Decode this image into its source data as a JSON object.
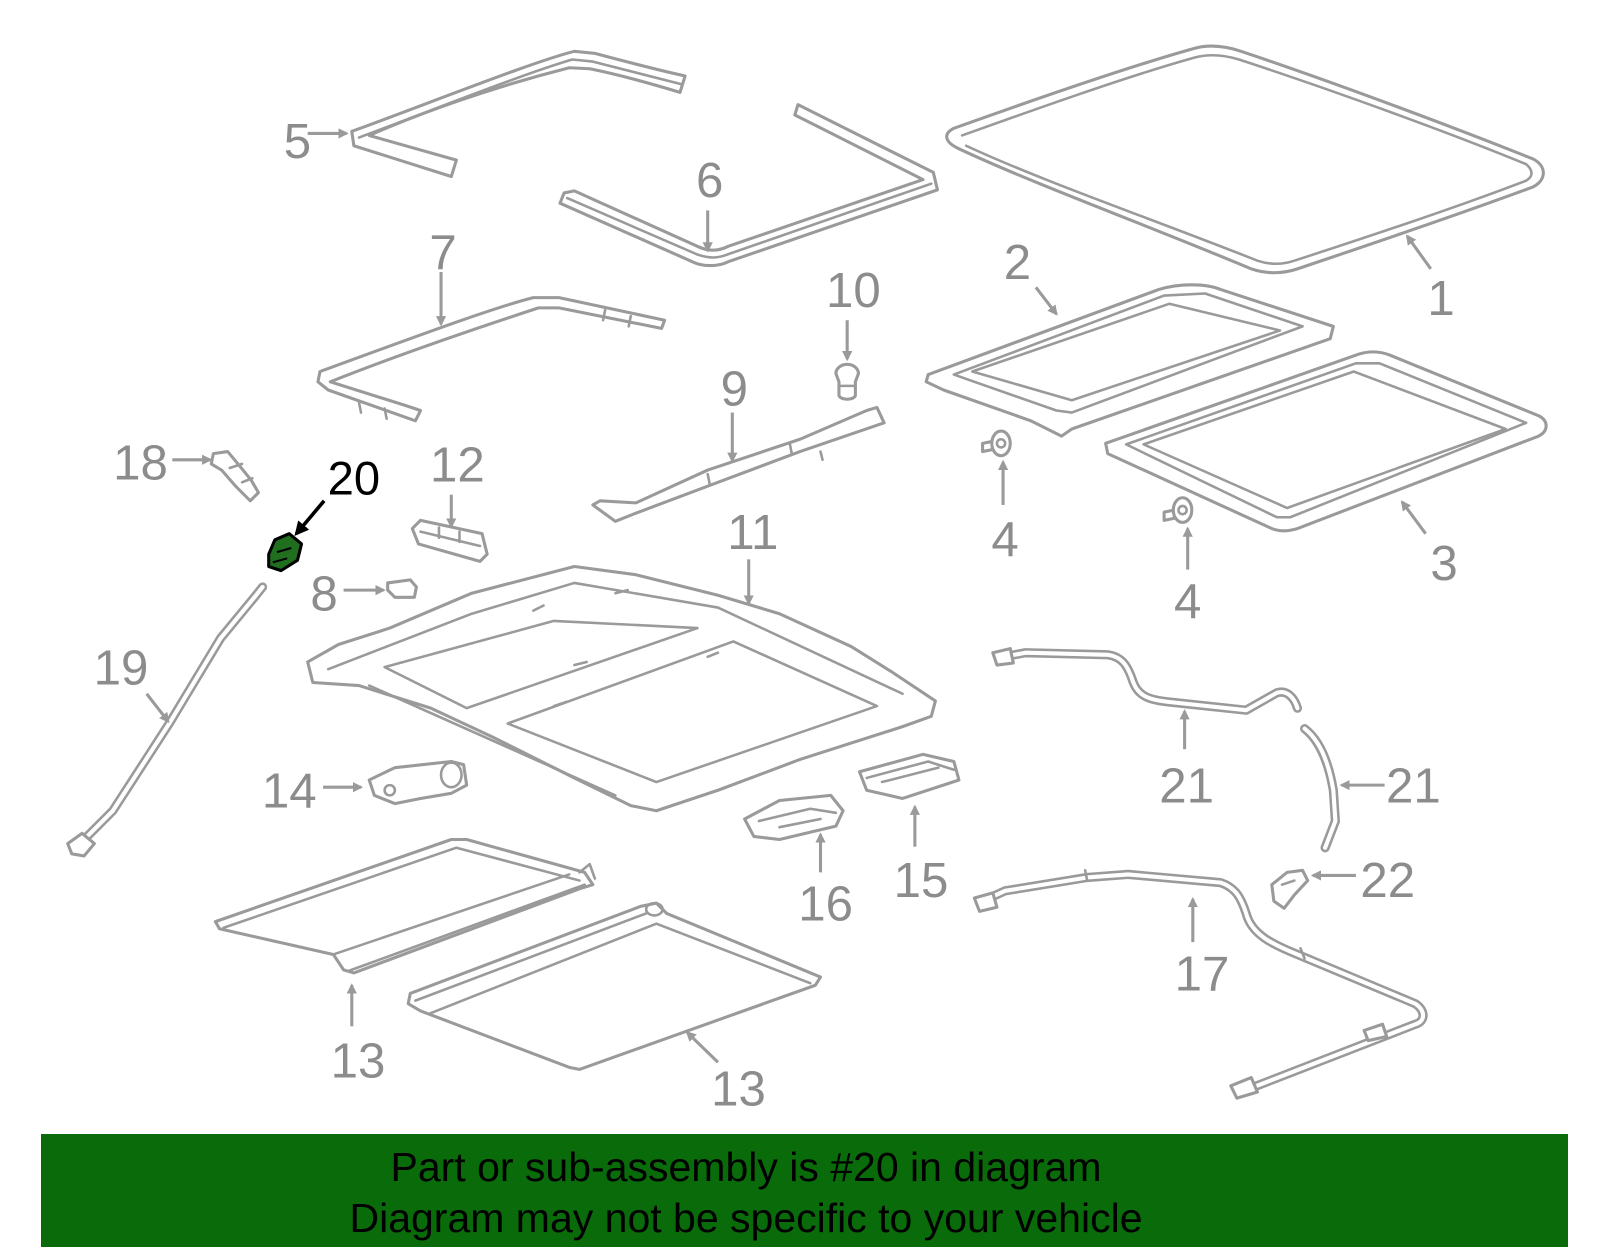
{
  "diagram": {
    "callouts": [
      "5",
      "6",
      "7",
      "10",
      "2",
      "1",
      "9",
      "18",
      "12",
      "4",
      "11",
      "3",
      "4",
      "8",
      "19",
      "21",
      "21",
      "14",
      "15",
      "16",
      "22",
      "13",
      "17",
      "13"
    ],
    "highlighted_part": {
      "label": "20",
      "fill_color": "#1f6f1f"
    }
  },
  "banner": {
    "line1": "Part or sub-assembly is #20 in diagram",
    "line2": "Diagram may not be specific to your vehicle"
  },
  "colors": {
    "line_gray": "#9a9a9a",
    "label_gray": "#8c8c8c",
    "banner_bg": "#0a6b0a",
    "highlight_fill": "#1f6f1f",
    "banner_text": "#000000"
  }
}
